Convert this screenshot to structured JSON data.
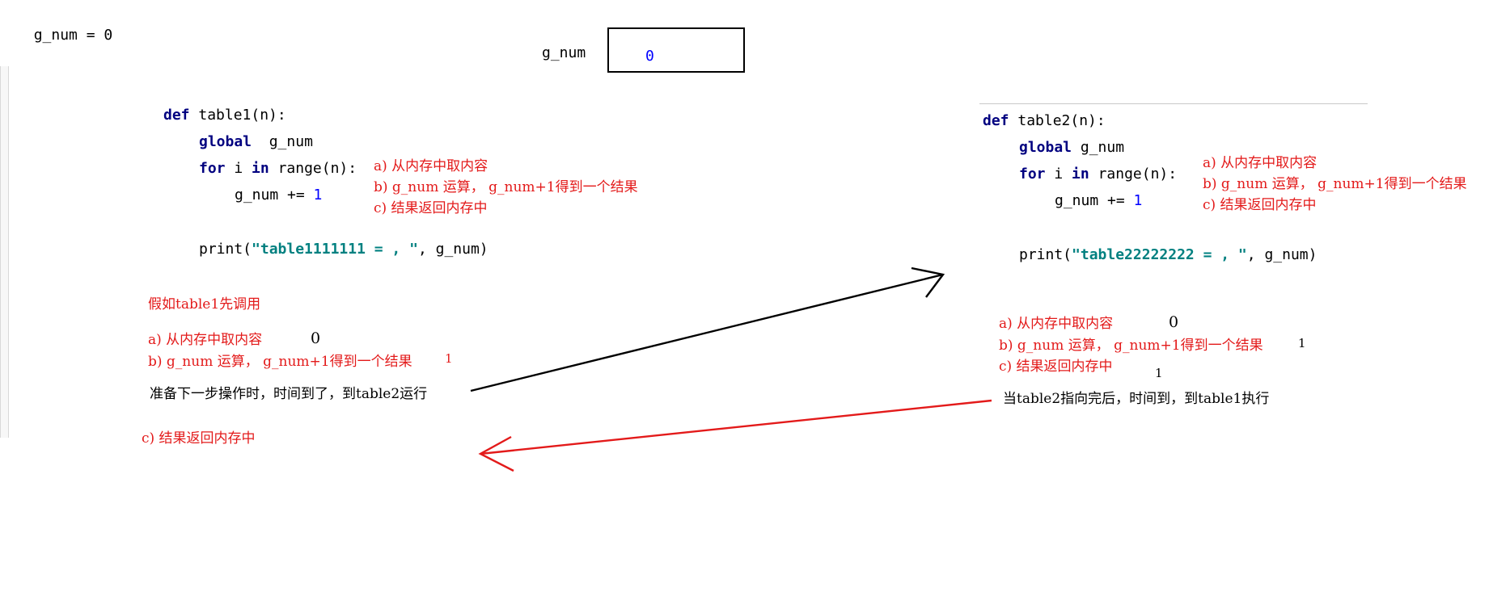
{
  "top": {
    "code": "g_num = 0",
    "label": "g_num",
    "box_value": "0"
  },
  "left_code": {
    "def_kw": "def",
    "def_rest": "table1(n):",
    "global_kw": "global",
    "global_rest": "g_num",
    "for_kw": "for",
    "for_i": "i",
    "in_kw": "in",
    "for_range": "range(n):",
    "add": "g_num += ",
    "add_num": "1",
    "print_fn": "print(",
    "print_str": "\"table1111111 = , \"",
    "print_rest": ", g_num)"
  },
  "right_code": {
    "def_kw": "def",
    "def_rest": "table2(n):",
    "global_kw": "global",
    "global_rest": "g_num",
    "for_kw": "for",
    "for_i": "i",
    "in_kw": "in",
    "for_range": "range(n):",
    "add": "g_num += ",
    "add_num": "1",
    "print_fn": "print(",
    "print_str": "\"table22222222 = , \"",
    "print_rest": ", g_num)"
  },
  "steps": {
    "a": "a) 从内存中取内容",
    "b": "b) g_num 运算， g_num+1得到一个结果",
    "c": "c) 结果返回内存中"
  },
  "left_notes": {
    "title": "假如table1先调用",
    "a_val": "0",
    "b_val": "1",
    "switch": "准备下一步操作时，时间到了，到table2运行",
    "c": "c) 结果返回内存中"
  },
  "right_notes": {
    "a_val": "0",
    "b_val": "1",
    "c_val": "1",
    "switch": "当table2指向完后，时间到，到table1执行"
  },
  "colors": {
    "arrow_black": "#000000",
    "arrow_red": "#e31a1a",
    "keyword": "#000080",
    "string": "#008080",
    "number": "#0000ff",
    "note": "#e31a1a"
  }
}
